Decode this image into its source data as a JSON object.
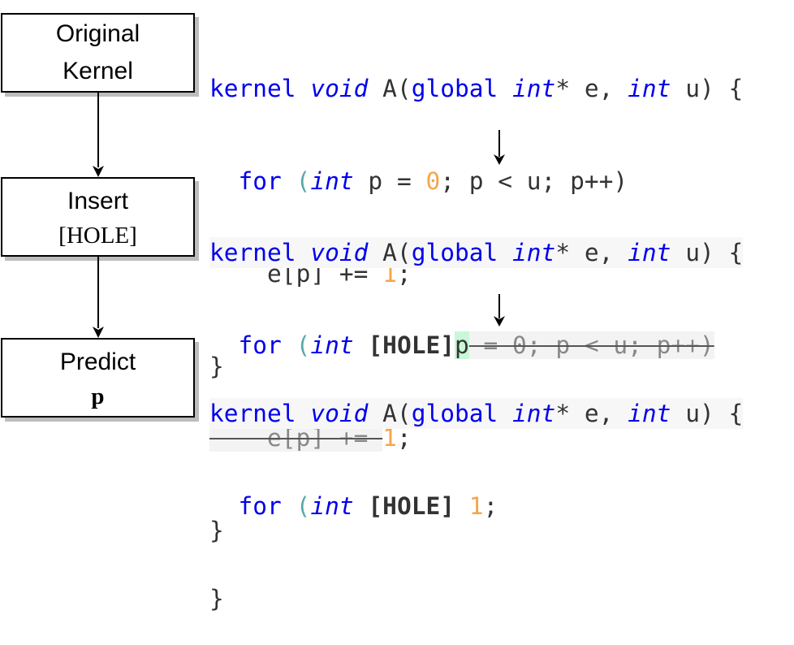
{
  "steps": [
    {
      "line1": "Original",
      "line2": "Kernel"
    },
    {
      "line1": "Insert",
      "line2": "[HOLE]"
    },
    {
      "line1": "Predict",
      "line2": "p"
    }
  ],
  "code_original": {
    "kw_kernel": "kernel",
    "ty_void": "void",
    "fn_sig_mid": " A(",
    "kw_global": "global",
    "ty_int": "int",
    "sig_e": "* e, ",
    "ty_int2": "int",
    "sig_end": " u) {",
    "indent1": "  ",
    "kw_for": "for",
    "paren_open": "(",
    "ty_int3": "int",
    "loop_mid": " p = ",
    "num_0": "0",
    "loop_end": "; p < u; p++)",
    "indent2": "    ",
    "stmt": "e[p] += ",
    "num_1": "1",
    "semi": ";",
    "close": "}"
  },
  "code_hole": {
    "hole": "[HOLE]",
    "hole_char": "p",
    "deleted_loop": " = 0; p < u; p++)",
    "deleted_stmt": "    e[p] += ",
    "num_1": "1",
    "semi": ";",
    "close": "}"
  },
  "code_predict": {
    "hole": "[HOLE]",
    "num_1": "1",
    "semi": ";",
    "close": "}"
  }
}
